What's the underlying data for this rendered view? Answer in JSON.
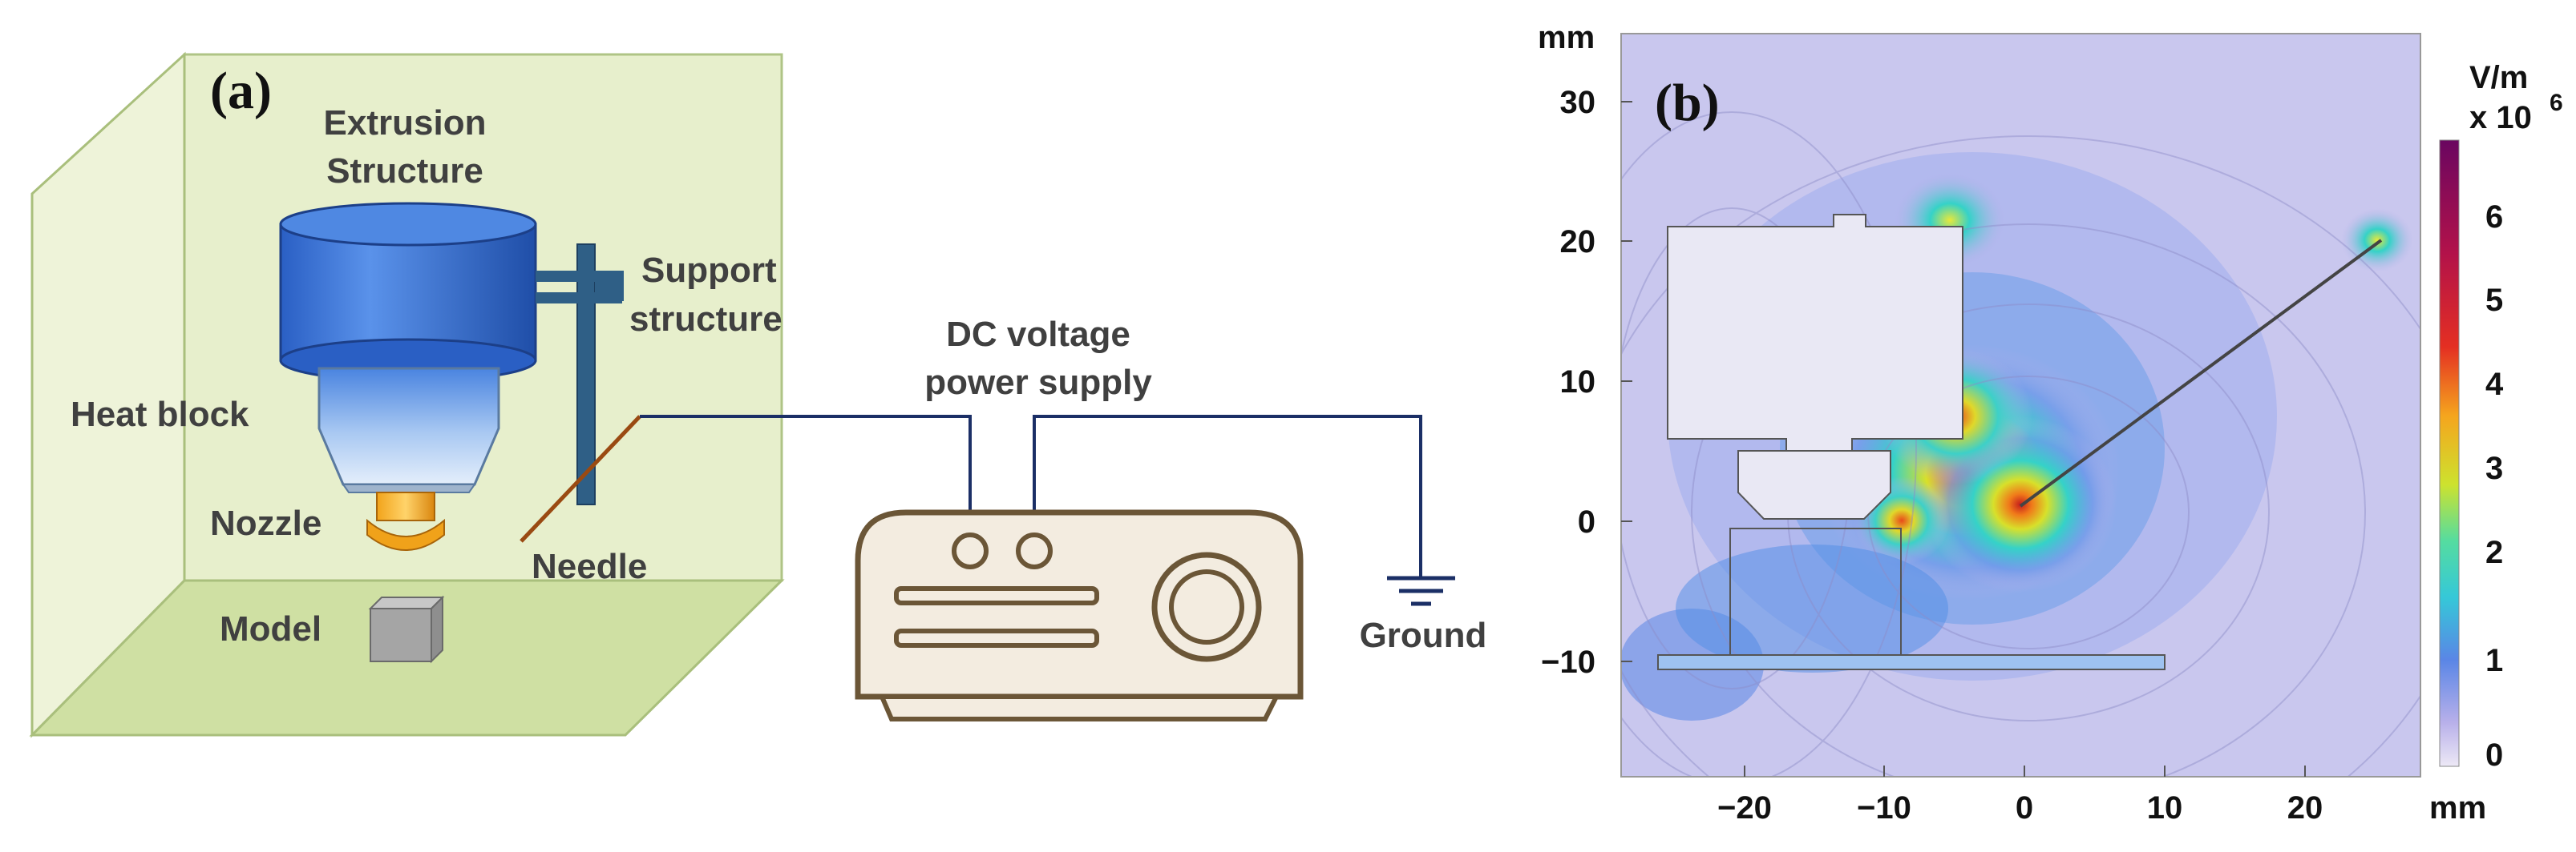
{
  "panel_a": {
    "label": "(a)",
    "extrusion_label": [
      "Extrusion",
      "Structure"
    ],
    "support_label": [
      "Support",
      "structure"
    ],
    "heat_block_label": "Heat block",
    "nozzle_label": "Nozzle",
    "needle_label": "Needle",
    "model_label": "Model",
    "power_label": [
      "DC voltage",
      "power supply"
    ],
    "ground_label": "Ground",
    "colors": {
      "chamber": "#e6eec8",
      "chamber_edge": "#a9bf7c",
      "extruder": "#3d74d6",
      "wire": "#1b2f66",
      "needle": "#9a4a12",
      "supply": "#f3ece0",
      "supply_edge": "#6b5637"
    }
  },
  "panel_b": {
    "label": "(b)",
    "y_unit": "mm",
    "x_unit": "mm",
    "x_ticks": [
      "−20",
      "−10",
      "0",
      "10",
      "20"
    ],
    "y_ticks": [
      "30",
      "20",
      "10",
      "0",
      "−10"
    ],
    "colorbar_unit": "V/m",
    "colorbar_scale": "x 10",
    "colorbar_exp": "6",
    "colorbar_ticks": [
      "6",
      "5",
      "4",
      "3",
      "2",
      "1",
      "0"
    ],
    "colors": {
      "background": "#c8c8ee",
      "low": "#b8b0ea",
      "mid": "#35d2c8",
      "high": "#d8e02a",
      "peak": "#c51c1c"
    }
  }
}
